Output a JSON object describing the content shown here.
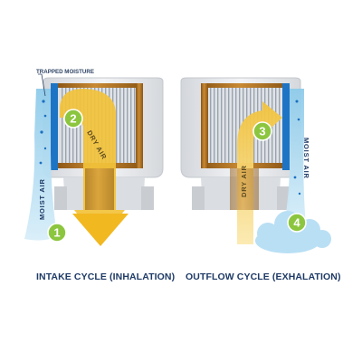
{
  "callout": {
    "trapped_moisture": "TRAPPED MOISTURE"
  },
  "captions": {
    "intake": "INTAKE CYCLE (INHALATION)",
    "outflow": "OUTFLOW CYCLE (EXHALATION)"
  },
  "left_panel": {
    "moist_air": "MOIST AIR",
    "dry_air": "DRY AIR",
    "step_top": "2",
    "step_bottom": "1"
  },
  "right_panel": {
    "moist_air": "MOIST AIR",
    "dry_air": "DRY AIR",
    "step_top": "3",
    "step_bottom": "4"
  },
  "colors": {
    "moist": "#a9d8f0",
    "dry": "#f2c23a",
    "step_badge": "#8cc63f",
    "caption_text": "#1e3a66",
    "bronze": "#a86a1c",
    "canister": "#e7e9ec"
  },
  "icons": [
    "arrow-down-icon",
    "curved-arrow-icon",
    "cloud-icon",
    "water-drop-icon"
  ]
}
